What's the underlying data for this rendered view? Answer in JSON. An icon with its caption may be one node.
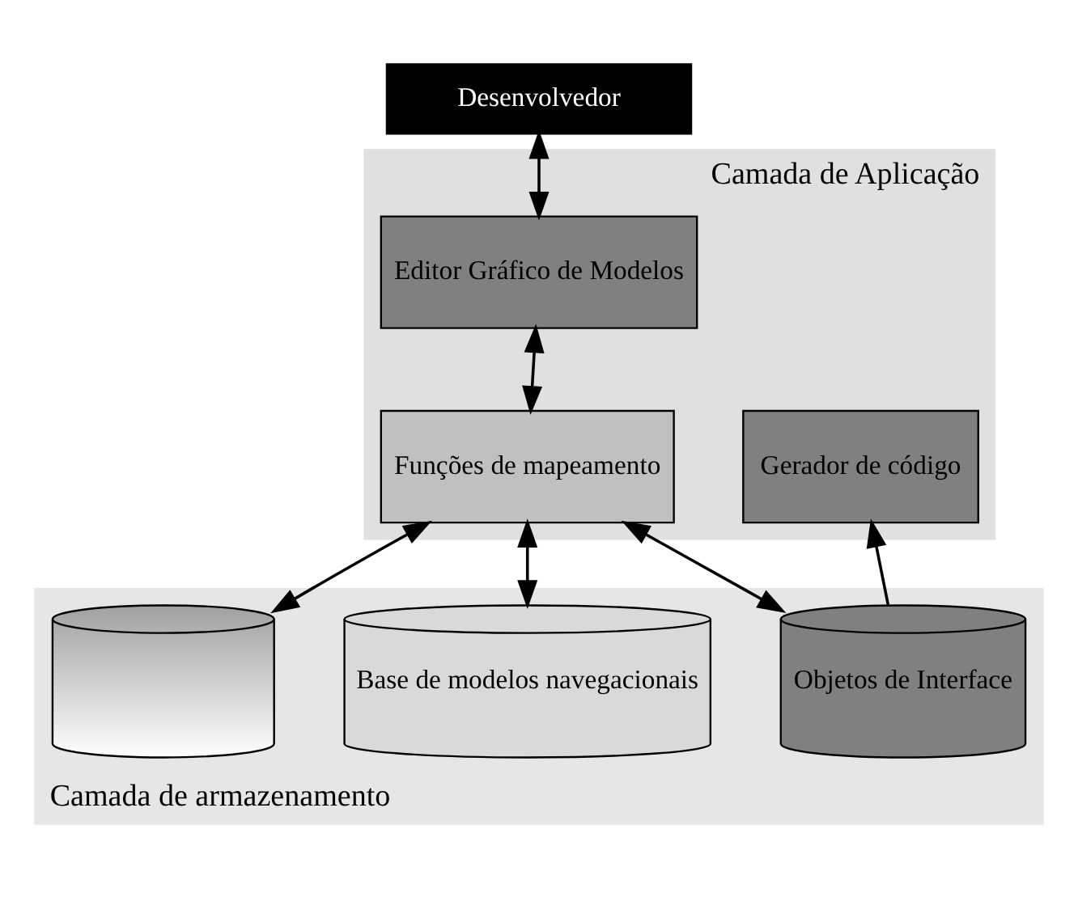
{
  "diagram": {
    "nodes": [
      {
        "text": [
          "Desenvolvedor"
        ]
      },
      {
        "text": [
          "Camada de Aplicação"
        ]
      },
      {
        "text": [
          "Editor Gráfico de Modelos"
        ],
        "in": 1
      },
      {
        "text": [
          "Funções de mapeamento"
        ],
        "in": 1
      },
      {
        "text": [
          "Gerador de código"
        ],
        "in": 1
      },
      {
        "text": [
          "Camada de armazenamento"
        ]
      },
      {
        "text": [],
        "shape": "cylinder",
        "in": 5
      },
      {
        "text": [
          "Base de modelos navegacionais"
        ],
        "in": 5
      },
      {
        "text": [
          "Objetos de Interface"
        ],
        "in": 5
      }
    ],
    "edges": [
      {
        "from": 0,
        "to": 2,
        "arrow": "both"
      },
      {
        "from": 2,
        "to": 3,
        "arrow": "both"
      },
      {
        "from": 3,
        "to": 6,
        "arrow": "both"
      },
      {
        "from": 3,
        "to": 7,
        "arrow": "both"
      },
      {
        "from": 3,
        "to": 8,
        "arrow": "both"
      },
      {
        "from": 8,
        "to": 4,
        "arrow": "to"
      }
    ]
  }
}
